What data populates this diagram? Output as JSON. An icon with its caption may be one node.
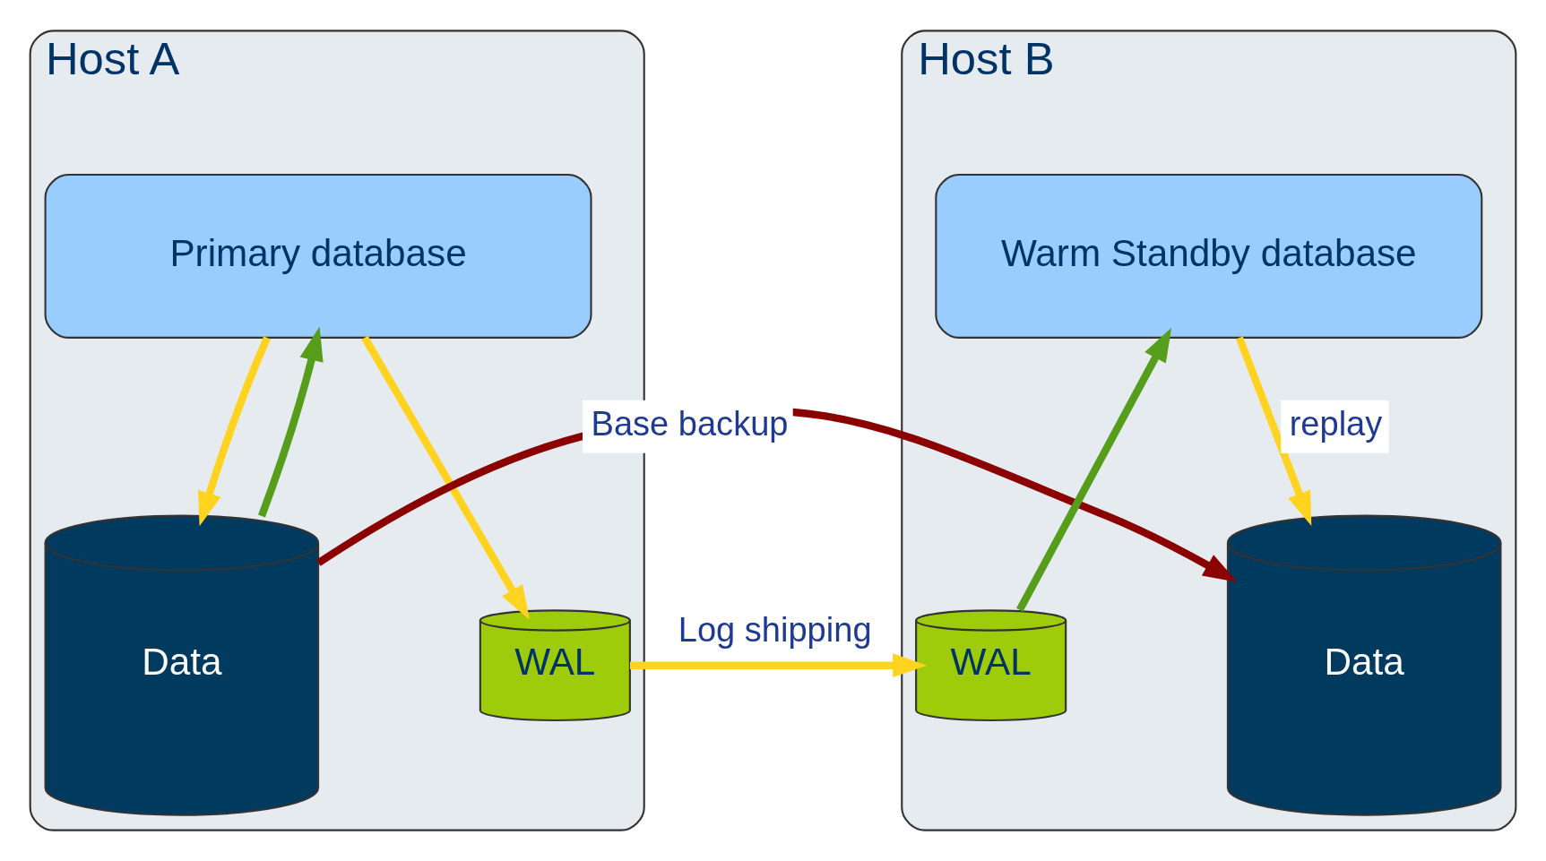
{
  "diagram": {
    "nodes": [
      {
        "text": [
          "Host A"
        ]
      },
      {
        "text": [
          "Primary database"
        ],
        "in": 0
      },
      {
        "text": [
          "Data"
        ],
        "in": 0
      },
      {
        "text": [
          "WAL"
        ],
        "in": 0
      },
      {
        "text": [
          "Host B"
        ]
      },
      {
        "text": [
          "Warm Standby database"
        ],
        "in": 4
      },
      {
        "text": [
          "WAL"
        ],
        "in": 4
      },
      {
        "text": [
          "Data"
        ],
        "in": 4
      }
    ],
    "edges": [
      {
        "from": 1,
        "to": 2,
        "arrow": "to"
      },
      {
        "from": 2,
        "to": 1,
        "arrow": "to",
        "color": "#579d1c"
      },
      {
        "from": 1,
        "to": 3,
        "arrow": "to"
      },
      {
        "from": 3,
        "to": 6,
        "arrow": "to",
        "label": "Log shipping"
      },
      {
        "from": 6,
        "to": 5,
        "arrow": "to",
        "color": "#579d1c"
      },
      {
        "from": 5,
        "to": 7,
        "arrow": "to",
        "label": "replay"
      },
      {
        "from": 2,
        "to": 7,
        "arrow": "to",
        "label": "Base backup",
        "color": "#8b0000"
      }
    ]
  }
}
